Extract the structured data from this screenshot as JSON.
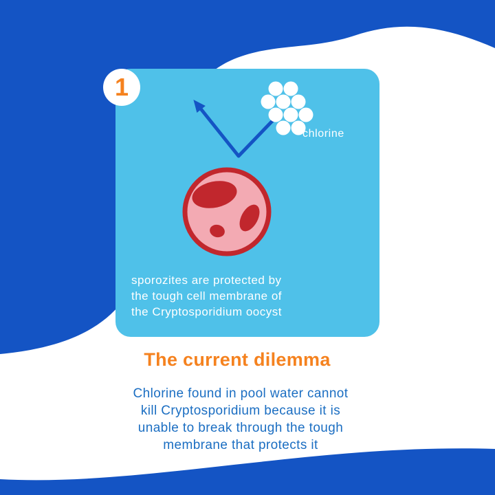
{
  "colors": {
    "background_blue": "#1454c4",
    "panel_blue": "#4fc1e9",
    "accent_orange": "#f5821f",
    "cell_fill_pink": "#f3aab3",
    "cell_red": "#c1272d",
    "body_text_blue": "#1b6ec2",
    "white": "#ffffff"
  },
  "step": {
    "number": "1"
  },
  "panel": {
    "molecule_label": "chlorine",
    "caption_lines": [
      "sporozites are protected by",
      "the tough cell membrane of",
      "the Cryptosporidium oocyst"
    ]
  },
  "section": {
    "heading": "The current dilemma",
    "body_lines": [
      "Chlorine found in pool water cannot",
      "kill Cryptosporidium because it is",
      "unable to break through the tough",
      "membrane that protects it"
    ]
  },
  "icons": {
    "molecule": "chlorine-molecule-icon",
    "arrow": "deflect-arrow-icon",
    "cell": "oocyst-cell-icon"
  }
}
